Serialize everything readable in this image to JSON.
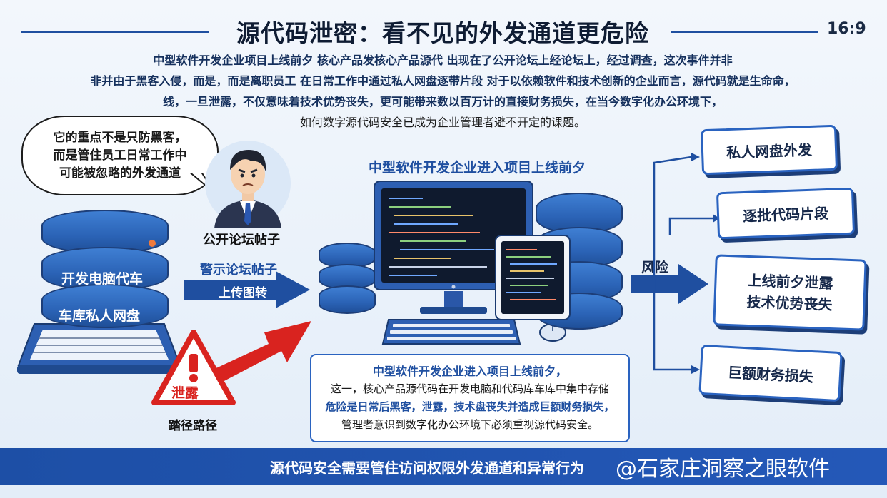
{
  "header": {
    "title": "源代码泄密：看不见的外发通道更危险",
    "ratio": "16:9"
  },
  "intro": {
    "line1": "中型软件开发企业项目上线前夕 核心产品发核心产品源代 出现在了公开论坛上经论坛上，经过调查，这次事件并非",
    "line2": "非并由于黑客入侵，而是，而是离职员工 在日常工作中通过私人网盘逐带片段 对于以依赖软件和技术创新的企业而言，源代码就是生命命，",
    "line3": "线，一旦泄露，不仅意味着技术优势丧失，更可能带来数以百万计的直接财务损失，在当今数字化办公环境下，",
    "line4": "如何数字源代码安全已成为企业管理者避不开定的课题。"
  },
  "bubble": {
    "line1": "它的重点不是只防黑客，",
    "line2": "而是管住员工日常工作中",
    "line3": "可能被忽略的外发通道"
  },
  "person_caption": "公开论坛帖子",
  "left_db": {
    "label1": "开发电脑代车",
    "label2": "车库私人网盘"
  },
  "warning": {
    "sign_text": "泄露",
    "caption": "踏径路径"
  },
  "upload_arrow": {
    "line1": "警示论坛帖子",
    "line2": "上传图转"
  },
  "center_title": "中型软件开发企业进入项目上线前夕",
  "risk_label": "风险",
  "right_boxes": [
    {
      "lines": [
        "私人网盘外发"
      ]
    },
    {
      "lines": [
        "逐批代码片段"
      ]
    },
    {
      "lines": [
        "上线前夕泄露",
        "技术优势丧失"
      ]
    },
    {
      "lines": [
        "巨额财务损失"
      ]
    }
  ],
  "bottom_box": {
    "line1": "中型软件开发企业进入项目上线前夕，",
    "line2": "这一，核心产品源代码在开发电脑和代码库车库中集中存储",
    "line3": "危险是日常后黑客，泄露，技术盘丧失并造成巨额财务损失，",
    "line4": "管理者意识到数字化办公环境下必须重视源代码安全。"
  },
  "footer": {
    "text": "源代码安全需要管住访问权限外发通道和异常行为",
    "watermark": "@石家庄洞察之眼软件"
  },
  "colors": {
    "primary_blue": "#1f4fa0",
    "alert_red": "#d9231f",
    "footer_blue": "#1d4fa6"
  }
}
